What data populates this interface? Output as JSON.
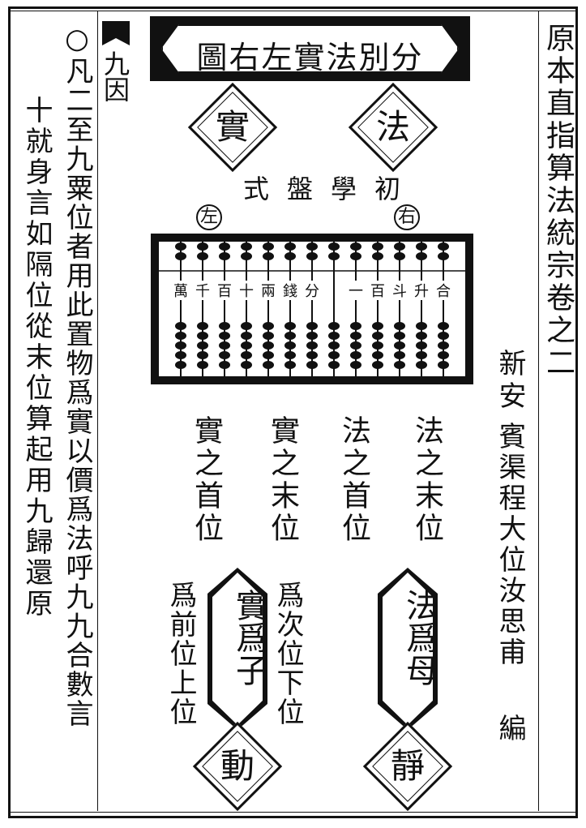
{
  "right_column": {
    "book_title": "原本直指算法統宗卷之二",
    "place": "新安",
    "author": "賓渠程大位汝思甫",
    "action": "編"
  },
  "banner": {
    "title": "圖右左實法別分"
  },
  "diamonds": {
    "shi": "實",
    "fa": "法",
    "dong": "動",
    "jing": "靜"
  },
  "abacus": {
    "caption": "式盤學初",
    "left_marker": "左",
    "right_marker": "右",
    "rod_labels": [
      "萬",
      "千",
      "百",
      "十",
      "兩",
      "錢",
      "分",
      "",
      "一",
      "百",
      "斗",
      "升",
      "合"
    ]
  },
  "positions": {
    "shi_first": "實之首位",
    "shi_last": "實之末位",
    "fa_first": "法之首位",
    "fa_last": "法之末位",
    "front_upper": "爲前位上位",
    "next_lower": "爲次位下位"
  },
  "badges": {
    "shi_zi": "實爲子",
    "fa_mu": "法爲母"
  },
  "left_text": {
    "heading_mark": "九因",
    "body_line_1": "○凡二至九粟位者用此置物爲實以價爲法呼九九合數言",
    "body_line_2": "十就身言如隔位從末位算起用九歸還原"
  }
}
